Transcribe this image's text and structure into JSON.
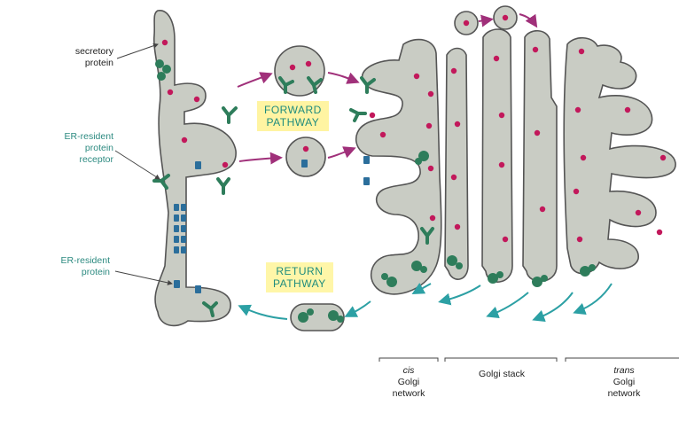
{
  "labels": {
    "secretory_protein": [
      "secretory",
      "protein"
    ],
    "er_receptor": [
      "ER-resident",
      "protein",
      "receptor"
    ],
    "er_protein": [
      "ER-resident",
      "protein"
    ],
    "forward": [
      "FORWARD",
      "PATHWAY"
    ],
    "return": [
      "RETURN",
      "PATHWAY"
    ],
    "cis": [
      "cis",
      "Golgi",
      "network"
    ],
    "stack": "Golgi stack",
    "trans": [
      "trans",
      "Golgi",
      "network"
    ]
  },
  "colors": {
    "organelle_fill": "#c9ccc4",
    "membrane": "#555555",
    "cargo": "#c2185b",
    "receptor": "#2e7d5b",
    "arrow_forward": "#a0307a",
    "arrow_return": "#2ca0a4",
    "highlight": "#fff4a2"
  }
}
